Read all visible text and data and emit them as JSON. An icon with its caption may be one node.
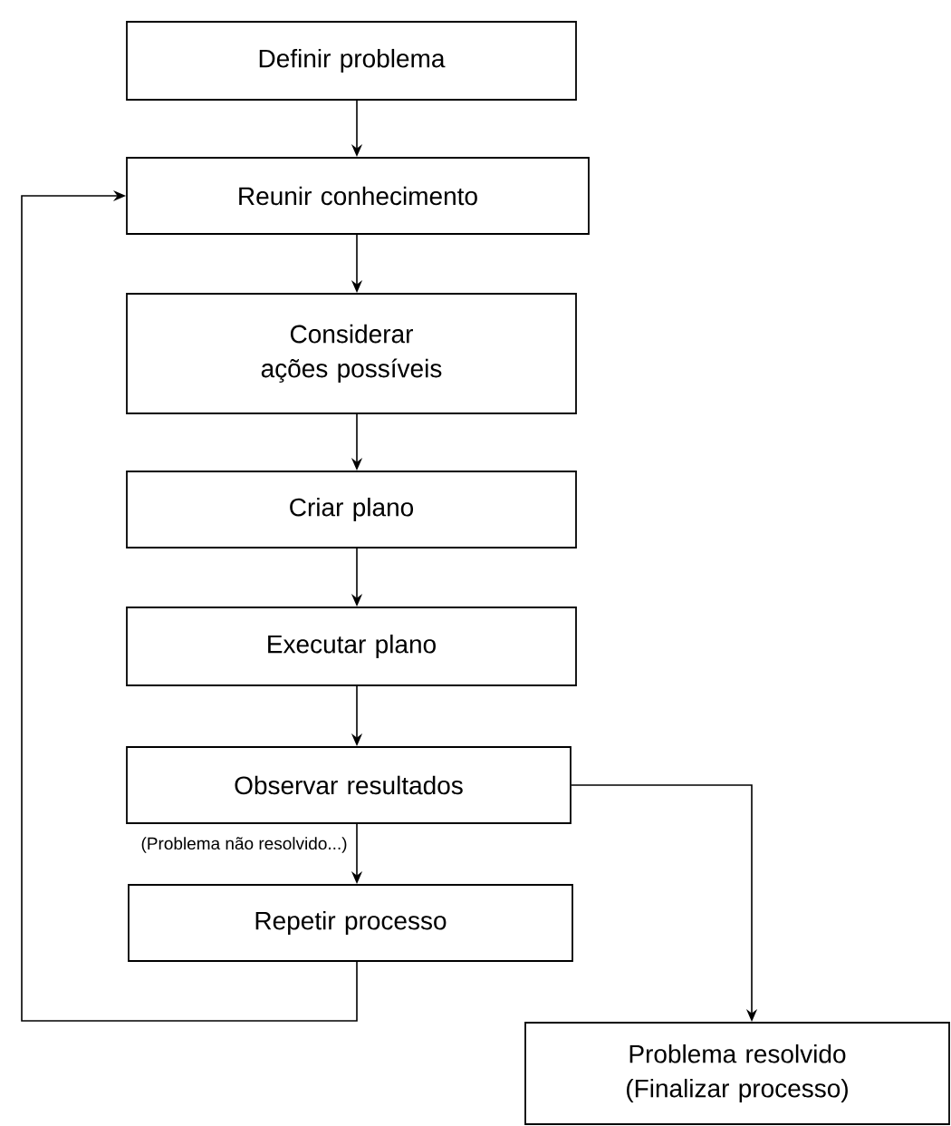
{
  "diagram": {
    "nodes": [
      {
        "text": [
          "Definir problema"
        ]
      },
      {
        "text": [
          "Reunir conhecimento"
        ]
      },
      {
        "text": [
          "Considerar ações possíveis"
        ]
      },
      {
        "text": [
          "Criar plano"
        ]
      },
      {
        "text": [
          "Executar plano"
        ]
      },
      {
        "text": [
          "Observar resultados"
        ]
      },
      {
        "text": [
          "Repetir processo"
        ]
      },
      {
        "text": [
          "Problema resolvido (Finalizar processo)"
        ]
      }
    ],
    "edges": [
      {
        "from": 0,
        "to": 1,
        "arrow": "to"
      },
      {
        "from": 1,
        "to": 2,
        "arrow": "to"
      },
      {
        "from": 2,
        "to": 3,
        "arrow": "to"
      },
      {
        "from": 3,
        "to": 4,
        "arrow": "to"
      },
      {
        "from": 4,
        "to": 5,
        "arrow": "to"
      },
      {
        "from": 5,
        "to": 6,
        "arrow": "to",
        "label": "(Problema não resolvido...)"
      },
      {
        "from": 6,
        "to": 1,
        "arrow": "to"
      },
      {
        "from": 5,
        "to": 7,
        "arrow": "to"
      }
    ]
  }
}
